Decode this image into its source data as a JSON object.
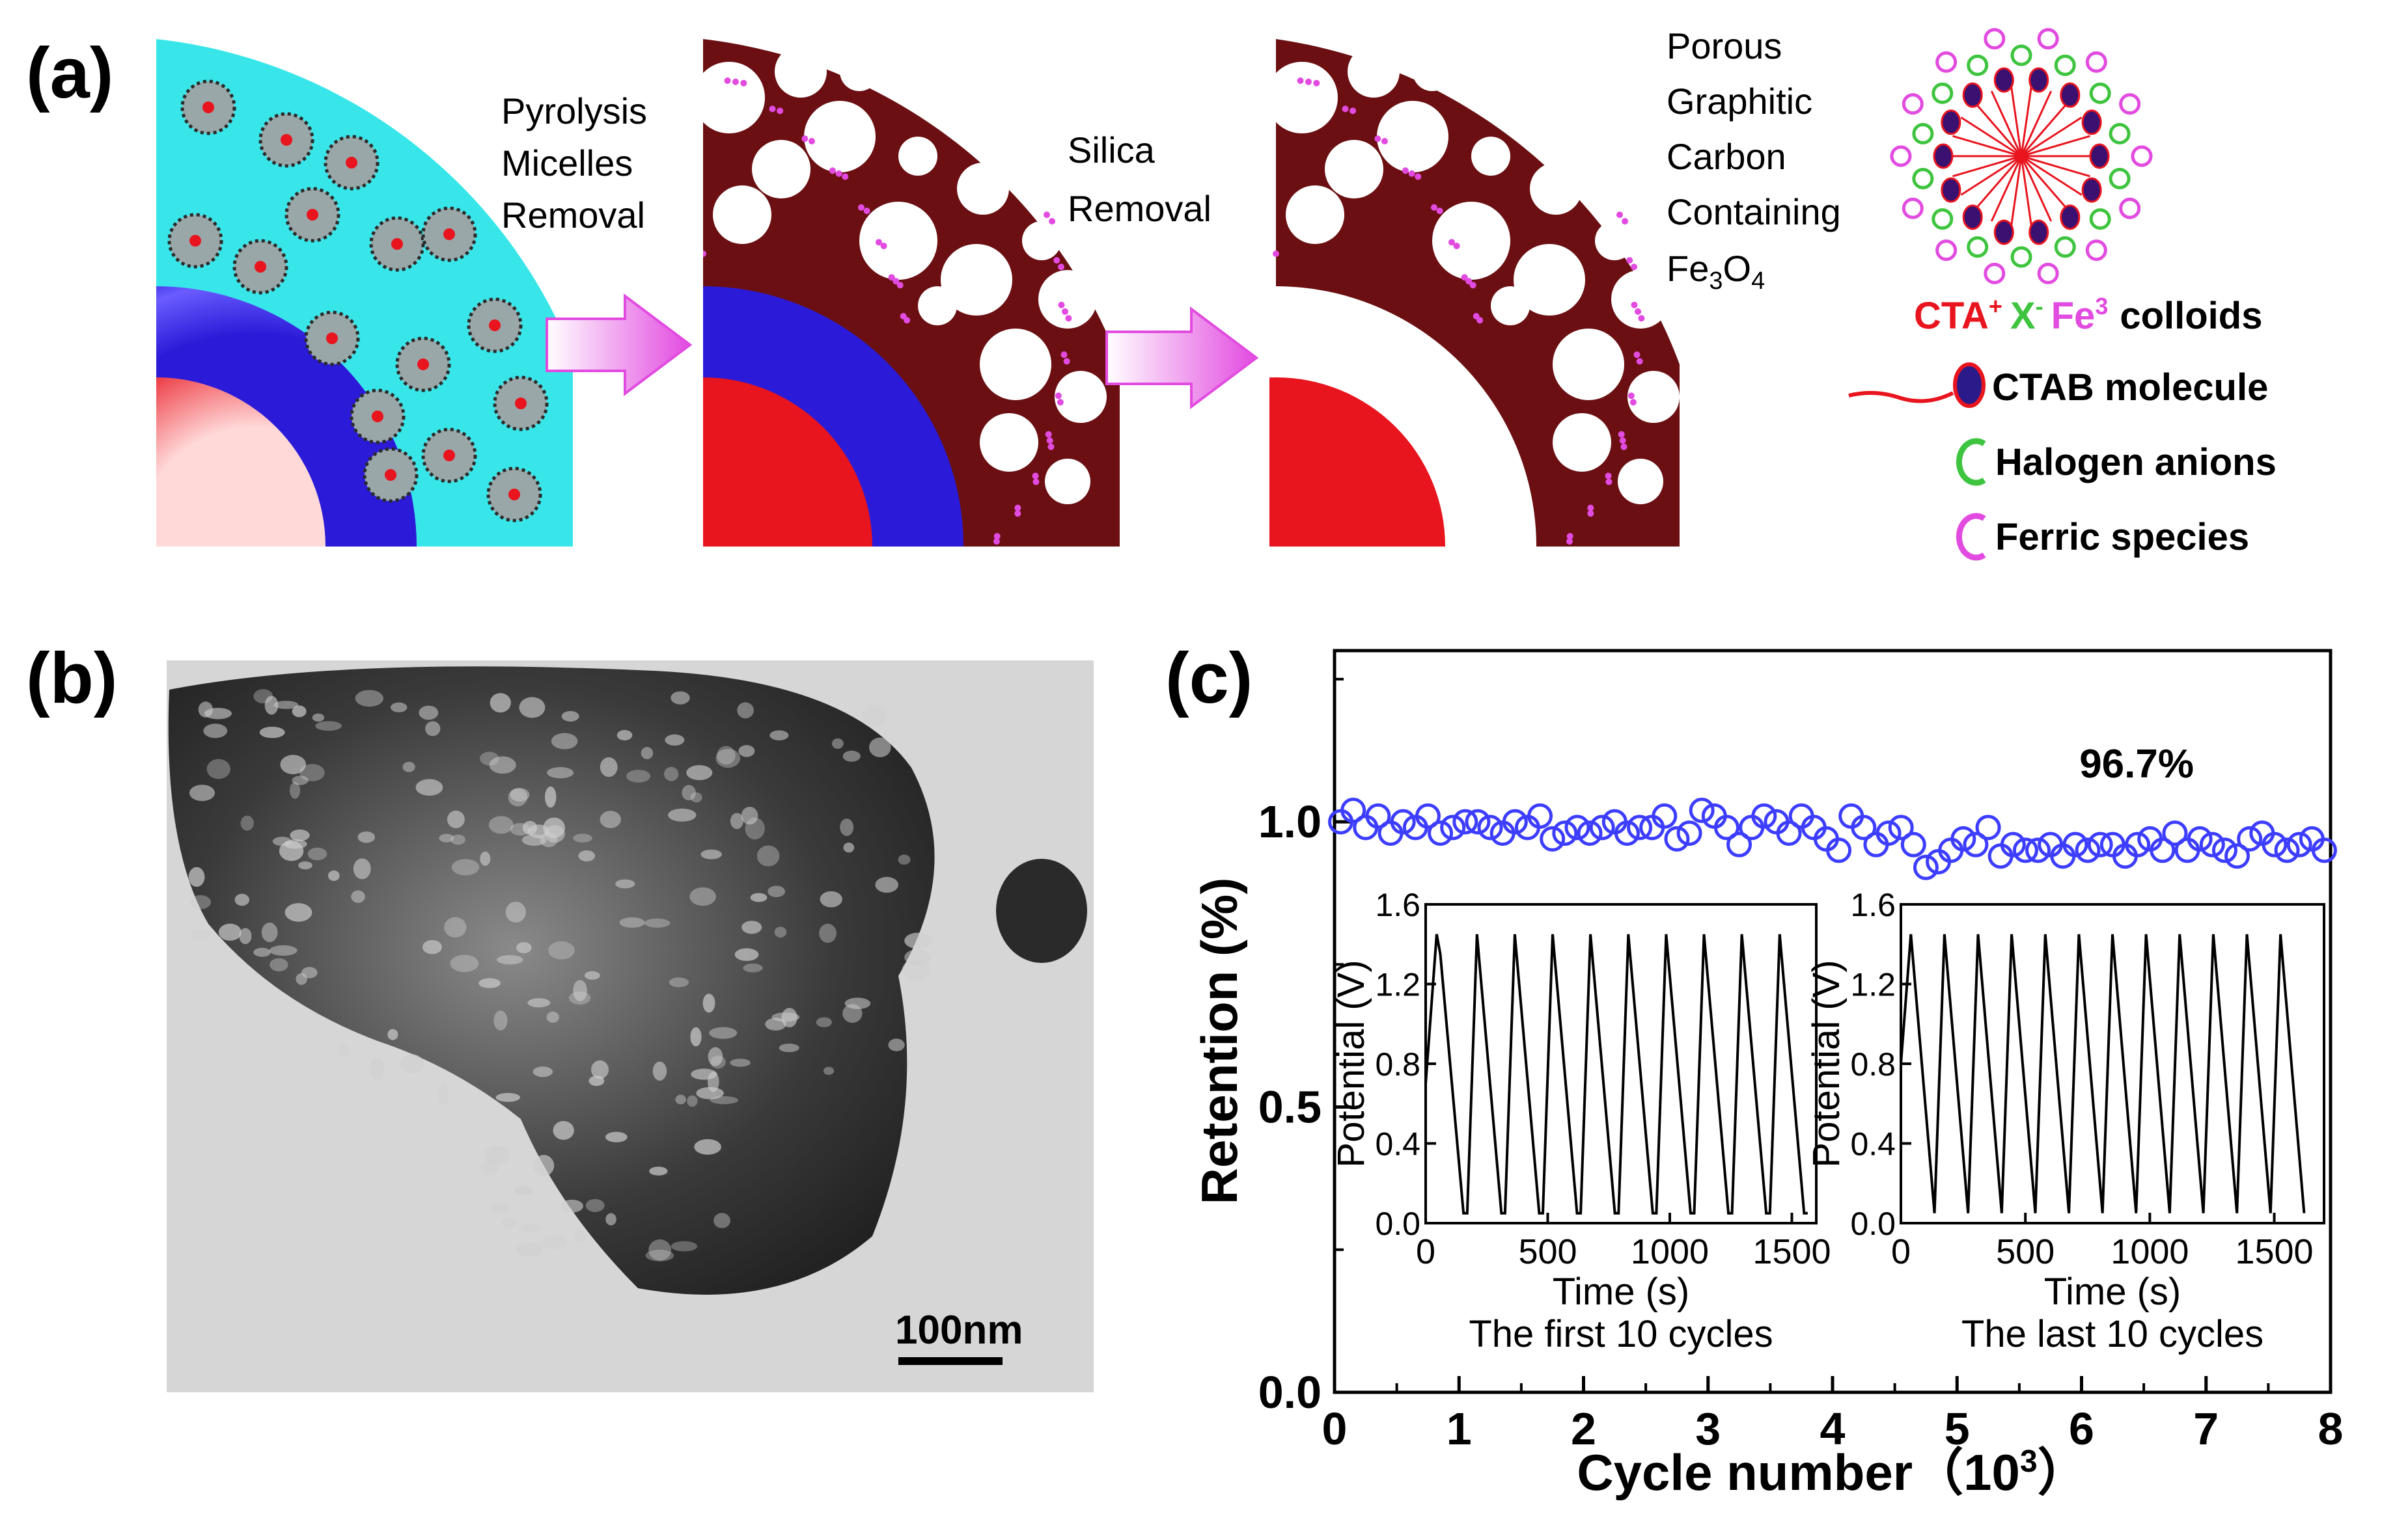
{
  "panels": {
    "a": {
      "label": "(a)",
      "step1": [
        "Pyrolysis",
        "Micelles",
        "Removal"
      ],
      "step2": [
        "Silica",
        "Removal"
      ],
      "product": [
        "Porous",
        "Graphitic",
        "Carbon",
        "Containing"
      ],
      "product_formula": {
        "base": "Fe",
        "sub1": "3",
        "mid": "O",
        "sub2": "4"
      },
      "legend": {
        "colloid_cation": "CTA",
        "colloid_cation_sup": "+",
        "colloid_anion": "X",
        "colloid_anion_sup": "-",
        "colloid_ferric": "Fe",
        "colloid_ferric_sup": "3",
        "colloid_word": "colloids",
        "items": [
          "CTAB molecule",
          "Halogen anions",
          "Ferric species"
        ]
      },
      "colors": {
        "core": "#e8141e",
        "shell": "#2b1bd8",
        "silica": "#38e6ea",
        "carbon": "#6b0f12",
        "arrow": "#e24be0",
        "micelle_shell": "#2a2a2a",
        "halogen": "#3ec43e",
        "ferric": "#e24be0",
        "colloid_tail": "#e8141e"
      }
    },
    "b": {
      "label": "(b)",
      "scalebar": "100nm"
    },
    "c": {
      "label": "(c)",
      "annotation": "96.7%",
      "marker_color": "#3d3dff"
    }
  },
  "chart_data": [
    {
      "type": "scatter",
      "xlabel": "Cycle number（",
      "xlabel_exp": "3",
      "xlabel_unit_prefix": "10",
      "xlabel_close": "）",
      "ylabel": "Retention (%)",
      "xlim": [
        0,
        8
      ],
      "ylim": [
        0,
        1.3
      ],
      "xticks": [
        "0",
        "1",
        "2",
        "3",
        "4",
        "5",
        "6",
        "7",
        "8"
      ],
      "yticks": [
        "0.0",
        "0.5",
        "1.0"
      ],
      "ytick_values": [
        0.0,
        0.5,
        1.0
      ],
      "marker": "open-circle",
      "x": [
        0.05,
        0.15,
        0.25,
        0.35,
        0.45,
        0.55,
        0.65,
        0.75,
        0.85,
        0.95,
        1.05,
        1.15,
        1.25,
        1.35,
        1.45,
        1.55,
        1.65,
        1.75,
        1.85,
        1.95,
        2.05,
        2.15,
        2.25,
        2.35,
        2.45,
        2.55,
        2.65,
        2.75,
        2.85,
        2.95,
        3.05,
        3.15,
        3.25,
        3.35,
        3.45,
        3.55,
        3.65,
        3.75,
        3.85,
        3.95,
        4.05,
        4.15,
        4.25,
        4.35,
        4.45,
        4.55,
        4.65,
        4.75,
        4.85,
        4.95,
        5.05,
        5.15,
        5.25,
        5.35,
        5.45,
        5.55,
        5.65,
        5.75,
        5.85,
        5.95,
        6.05,
        6.15,
        6.25,
        6.35,
        6.45,
        6.55,
        6.65,
        6.75,
        6.85,
        6.95,
        7.05,
        7.15,
        7.25,
        7.35,
        7.45,
        7.55,
        7.65,
        7.75,
        7.85,
        7.95
      ],
      "y": [
        1.0,
        1.02,
        0.99,
        1.01,
        0.98,
        1.0,
        0.99,
        1.01,
        0.98,
        0.99,
        1.0,
        1.0,
        0.99,
        0.98,
        1.0,
        0.99,
        1.01,
        0.97,
        0.98,
        0.99,
        0.98,
        0.99,
        1.0,
        0.98,
        0.99,
        0.99,
        1.01,
        0.97,
        0.98,
        1.02,
        1.01,
        0.99,
        0.96,
        0.99,
        1.01,
        1.0,
        0.98,
        1.01,
        0.99,
        0.97,
        0.95,
        1.01,
        0.99,
        0.96,
        0.98,
        0.99,
        0.96,
        0.92,
        0.93,
        0.95,
        0.97,
        0.96,
        0.99,
        0.94,
        0.96,
        0.95,
        0.95,
        0.96,
        0.94,
        0.96,
        0.95,
        0.96,
        0.96,
        0.94,
        0.96,
        0.97,
        0.95,
        0.98,
        0.95,
        0.97,
        0.96,
        0.95,
        0.94,
        0.97,
        0.98,
        0.96,
        0.95,
        0.96,
        0.97,
        0.95
      ]
    },
    {
      "type": "line",
      "title": "The first 10 cycles",
      "xlabel": "Time (s)",
      "ylabel": "Potential (V)",
      "xlim": [
        0,
        1600
      ],
      "ylim": [
        0,
        1.6
      ],
      "xticks": [
        "0",
        "500",
        "1000",
        "1500"
      ],
      "xtick_values": [
        0,
        500,
        1000,
        1500
      ],
      "yticks": [
        "0.0",
        "0.4",
        "0.8",
        "1.2",
        "1.6"
      ],
      "ytick_values": [
        0.0,
        0.4,
        0.8,
        1.2,
        1.6
      ],
      "x": [
        0,
        45,
        60,
        155,
        170,
        210,
        310,
        325,
        365,
        465,
        480,
        520,
        620,
        635,
        675,
        775,
        790,
        830,
        930,
        945,
        985,
        1085,
        1100,
        1140,
        1240,
        1255,
        1295,
        1395,
        1410,
        1450,
        1550,
        1565
      ],
      "y": [
        0.7,
        1.45,
        1.35,
        0.05,
        0.05,
        1.45,
        0.05,
        0.05,
        1.45,
        0.05,
        0.05,
        1.45,
        0.05,
        0.05,
        1.45,
        0.05,
        0.05,
        1.45,
        0.05,
        0.05,
        1.45,
        0.05,
        0.05,
        1.45,
        0.05,
        0.05,
        1.45,
        0.05,
        0.05,
        1.45,
        0.05,
        0.05
      ]
    },
    {
      "type": "line",
      "title": "The last 10 cycles",
      "xlabel": "Time (s)",
      "ylabel": "Potential (V)",
      "xlim": [
        0,
        1700
      ],
      "ylim": [
        0,
        1.6
      ],
      "xticks": [
        "0",
        "500",
        "1000",
        "1500"
      ],
      "xtick_values": [
        0,
        500,
        1000,
        1500
      ],
      "yticks": [
        "0.0",
        "0.4",
        "0.8",
        "1.2",
        "1.6"
      ],
      "ytick_values": [
        0.0,
        0.4,
        0.8,
        1.2,
        1.6
      ],
      "x": [
        0,
        40,
        135,
        175,
        270,
        310,
        405,
        445,
        540,
        580,
        675,
        715,
        810,
        850,
        945,
        985,
        1080,
        1120,
        1215,
        1255,
        1350,
        1390,
        1485,
        1525,
        1620
      ],
      "y": [
        0.8,
        1.45,
        0.05,
        1.45,
        0.05,
        1.45,
        0.05,
        1.45,
        0.05,
        1.45,
        0.05,
        1.45,
        0.05,
        1.45,
        0.05,
        1.45,
        0.05,
        1.45,
        0.05,
        1.45,
        0.05,
        1.45,
        0.05,
        1.45,
        0.05
      ]
    }
  ]
}
